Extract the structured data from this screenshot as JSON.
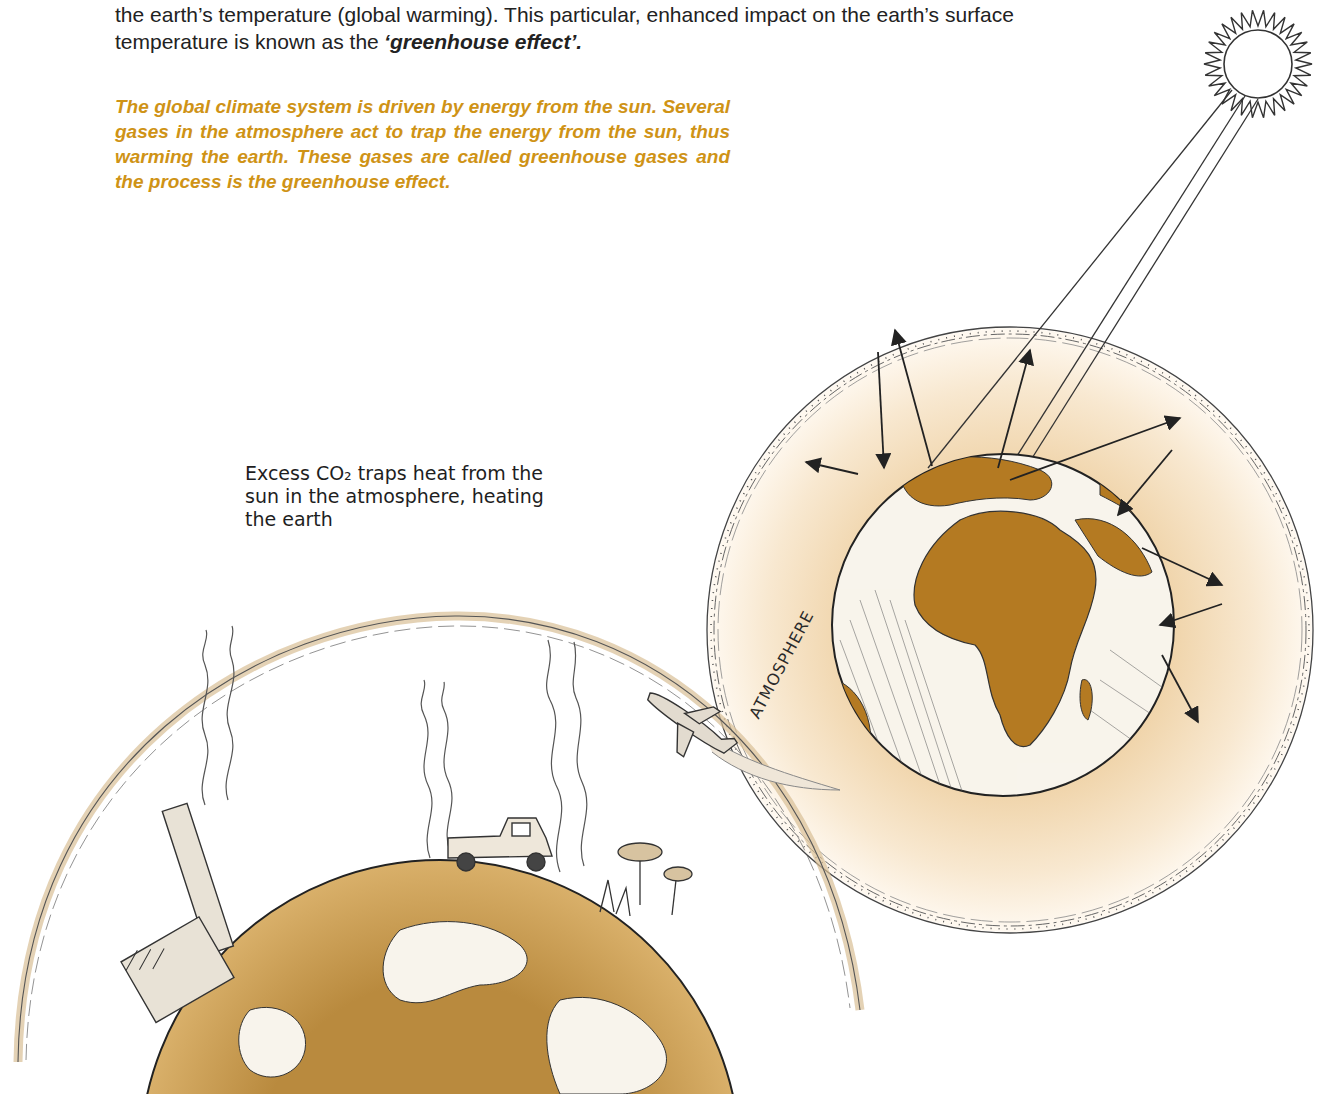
{
  "diagram": {
    "labels": [
      "the earth’s temperature (global warming). This particular, enhanced impact on the earth’s surface temperature is known as the",
      "‘greenhouse effect’.",
      "The global climate system is driven by energy from the sun. Several gases in the atmosphere act to trap the energy from the sun, thus warming the earth. These gases are called greenhouse gases and the process is the greenhouse effect.",
      "Excess CO₂ traps heat from the sun in the atmosphere, heating the earth",
      "ATMOSPHERE"
    ]
  }
}
